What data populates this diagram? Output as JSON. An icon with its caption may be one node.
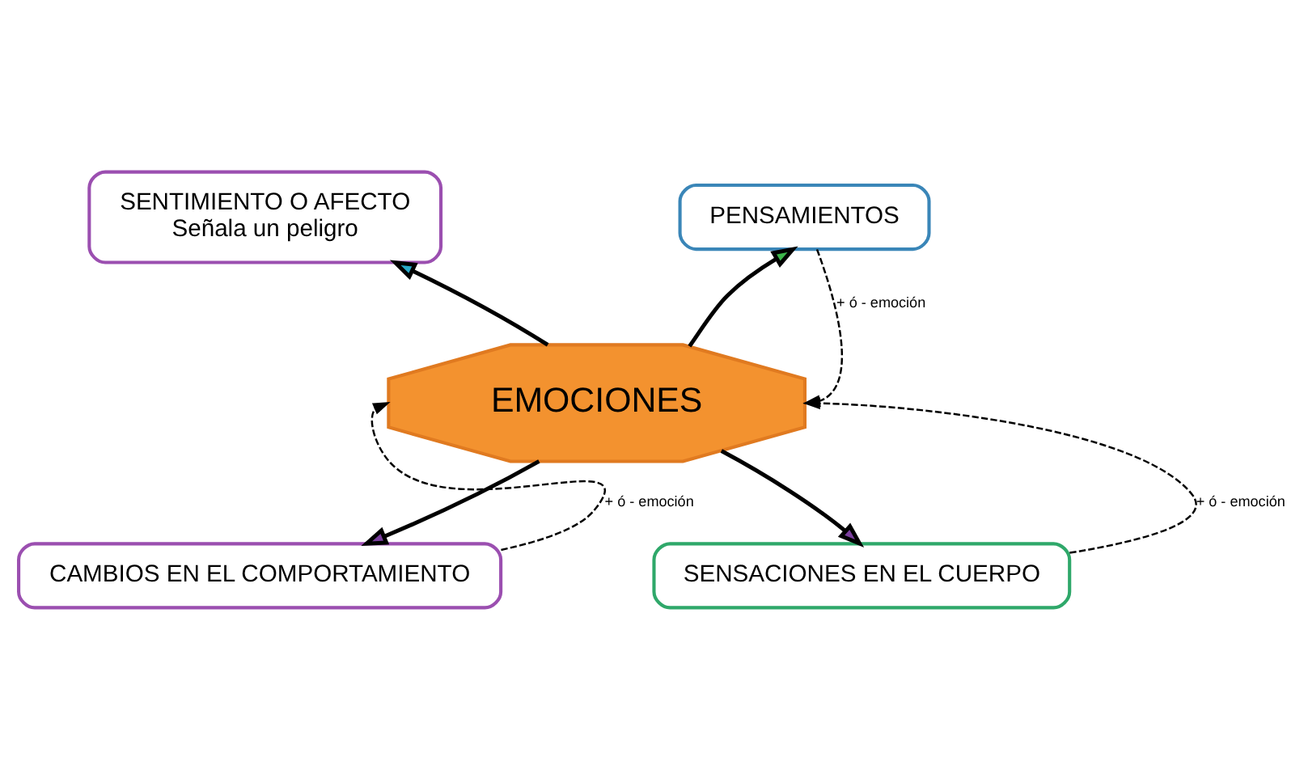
{
  "diagram": {
    "nodes": [
      {
        "text": [
          "SENTIMIENTO O AFECTO",
          "Señala un peligro"
        ]
      },
      {
        "text": [
          "PENSAMIENTOS"
        ]
      },
      {
        "text": [
          "EMOCIONES"
        ]
      },
      {
        "text": [
          "CAMBIOS EN EL COMPORTAMIENTO"
        ]
      },
      {
        "text": [
          "SENSACIONES EN EL CUERPO"
        ]
      }
    ],
    "edges": [
      {
        "from": 2,
        "to": 0,
        "arrow": "to"
      },
      {
        "from": 2,
        "to": 1,
        "arrow": "to"
      },
      {
        "from": 1,
        "to": 2,
        "arrow": "to",
        "style": "dashed",
        "label": "+ ó - emoción"
      },
      {
        "from": 3,
        "to": 2,
        "arrow": "to",
        "style": "dashed",
        "label": "+ ó - emoción"
      },
      {
        "from": 4,
        "to": 2,
        "arrow": "to",
        "style": "dashed",
        "label": "+ ó - emoción"
      },
      {
        "from": 2,
        "to": 3,
        "arrow": "to"
      },
      {
        "from": 2,
        "to": 4,
        "arrow": "to"
      }
    ]
  }
}
